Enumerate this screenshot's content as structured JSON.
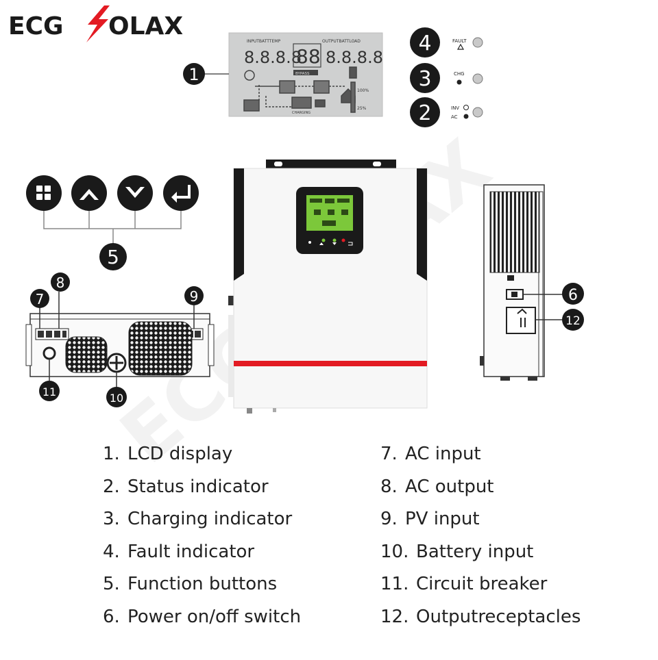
{
  "brand": {
    "prefix": "ECG",
    "suffix": "OLAX",
    "accent": "#e31b23",
    "watermark": "ECGSOLAX"
  },
  "lcd_readout": {
    "input_label": "INPUTBATTTEMP",
    "output_label": "OUTPUTBATTLOAD",
    "left_digits": "8.8.8.8",
    "mid_digits": "88",
    "right_digits": "8.8.8.8",
    "bypass_label": "BYPASS",
    "pct_high": "100%",
    "pct_low": "25%",
    "charging_label": "CHARGING"
  },
  "indicators": {
    "fault_label": "FAULT",
    "chg_label": "CHG",
    "inv_label": "INV",
    "ac_label": "AC"
  },
  "callouts": [
    "1",
    "2",
    "3",
    "4",
    "5",
    "6",
    "7",
    "8",
    "9",
    "10",
    "11",
    "12"
  ],
  "button_icons": [
    "menu-icon",
    "up-arrow-icon",
    "down-arrow-icon",
    "enter-icon"
  ],
  "legend_left": [
    {
      "num": "1.",
      "text": "LCD display"
    },
    {
      "num": "2.",
      "text": "Status indicator"
    },
    {
      "num": "3.",
      "text": "Charging indicator"
    },
    {
      "num": "4.",
      "text": "Fault indicator"
    },
    {
      "num": "5.",
      "text": "Function buttons"
    },
    {
      "num": "6.",
      "text": "Power on/off switch"
    }
  ],
  "legend_right": [
    {
      "num": "7.",
      "text": "AC input"
    },
    {
      "num": "8.",
      "text": "AC output"
    },
    {
      "num": "9.",
      "text": "PV input"
    },
    {
      "num": "10.",
      "text": "Battery input"
    },
    {
      "num": "11.",
      "text": "Circuit breaker"
    },
    {
      "num": "12.",
      "text": "Outputreceptacles"
    }
  ]
}
